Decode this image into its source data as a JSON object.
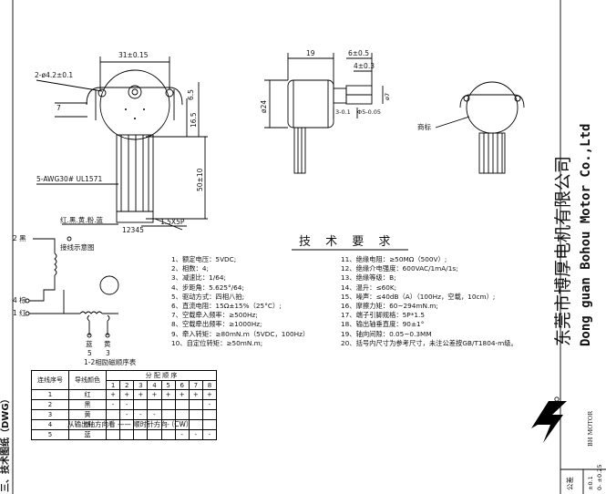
{
  "company": {
    "name_cn": "东莞市博厚电机有限公司",
    "name_en": "Dong guan Bohou Motor Co.,Ltd",
    "logo_text": "BH MOTOR"
  },
  "section_title": "三、技术图纸（DWG）",
  "drawing_dims": {
    "top_width": "31±0.15",
    "hole": "2-ø4.2±0.1",
    "seven": "7",
    "d65": "6.5",
    "d165": "16.5",
    "lead_len": "50±10",
    "wire_spec": "5-AWG30# UL1571",
    "wire_colors": "红.黑.黄.粉.蓝",
    "pitch": "1.5X5P",
    "pins": "12345",
    "side_19": "19",
    "side_6": "6±0.5",
    "side_4": "4±0.3",
    "side_24": "ø24",
    "side_3": "3-0.1",
    "side_phi5": "Φ5-0.05",
    "side_7": "ø7",
    "label_mark": "商标"
  },
  "wiring": {
    "title": "接线示意图",
    "labels": [
      "2 黑",
      "4 棕",
      "1 红",
      "蓝",
      "5",
      "黄",
      "3"
    ],
    "caption": "1-2相励磁顺序表"
  },
  "tech_title": "技 术 要 求",
  "specs_left": [
    "1、额定电压：5VDC;",
    "2、相数：4;",
    "3、减速比：1/64;",
    "4、步距角：5.625°/64;",
    "5、驱动方式：四相八拍;",
    "6、直流电阻：15Ω±15%（25°C）;",
    "7、空载牵入频率：≥500Hz;",
    "8、空载牵出频率：≥1000Hz;",
    "9、牵入转矩：≥80mN.m（5VDC，100Hz）",
    "10、自定位转矩：≥50mN.m;"
  ],
  "specs_right": [
    "11、绝缘电阻：≥50MΩ（500V）;",
    "12、绝缘介电强度：600VAC/1mA/1s;",
    "13、绝缘等级：B;",
    "14、温升：≤60K;",
    "15、噪声：≤40dB（A）（100Hz，空载，10cm）;",
    "16、摩擦力矩：60~294mN.m;",
    "17、端子引脚规格：5P*1.5",
    "18、输出轴垂直度：90±1°",
    "19、轴向间隙：0.05~0.3MM",
    "20、括号内尺寸为参考尺寸，未注公差按GB/T1804-m级。"
  ],
  "sequence_table": {
    "header_wire": "连线序号",
    "header_color": "导线颜色",
    "header_order": "分 配 顺 序",
    "steps": [
      "1",
      "2",
      "3",
      "4",
      "5",
      "6",
      "7",
      "8"
    ],
    "rows": [
      {
        "no": "1",
        "color": "红",
        "marks": [
          "+",
          "+",
          "+",
          "+",
          "+",
          "+",
          "+",
          "+"
        ]
      },
      {
        "no": "2",
        "color": "黑",
        "marks": [
          "-",
          "-",
          "",
          "",
          "",
          "",
          "",
          "-"
        ]
      },
      {
        "no": "3",
        "color": "黄",
        "marks": [
          "",
          "-",
          "-",
          "-",
          "",
          "",
          "",
          ""
        ]
      },
      {
        "no": "4",
        "color": "棕",
        "marks": [
          "",
          "",
          "",
          "-",
          "-",
          "-",
          "",
          ""
        ]
      },
      {
        "no": "5",
        "color": "蓝",
        "marks": [
          "",
          "",
          "",
          "",
          "",
          "-",
          "-",
          "-"
        ]
      }
    ],
    "direction": "从输出轴方向看 —— 顺时针方向（CW）"
  },
  "tolerance": {
    "label": "公差",
    "v1": "±0.1",
    "v2": "0- ±0.25"
  }
}
